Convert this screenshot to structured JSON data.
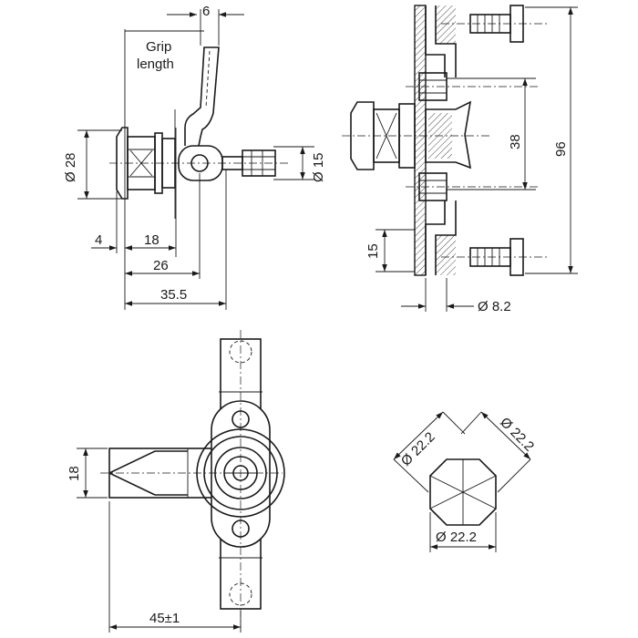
{
  "side_view": {
    "grip_line1": "Grip",
    "grip_line2": "length",
    "dim_6": "6",
    "dim_dia28": "Ø 28",
    "dim_dia15": "Ø 15",
    "dim_4": "4",
    "dim_18": "18",
    "dim_26": "26",
    "dim_35_5": "35.5"
  },
  "section_view": {
    "dim_38": "38",
    "dim_96": "96",
    "dim_15": "15",
    "dim_dia8_2": "Ø 8.2"
  },
  "front_view": {
    "dim_18": "18",
    "dim_45": "45±1"
  },
  "cutout": {
    "dim_left": "Ø 22.2",
    "dim_right": "Ø 22.2",
    "dim_bottom": "Ø 22.2"
  }
}
